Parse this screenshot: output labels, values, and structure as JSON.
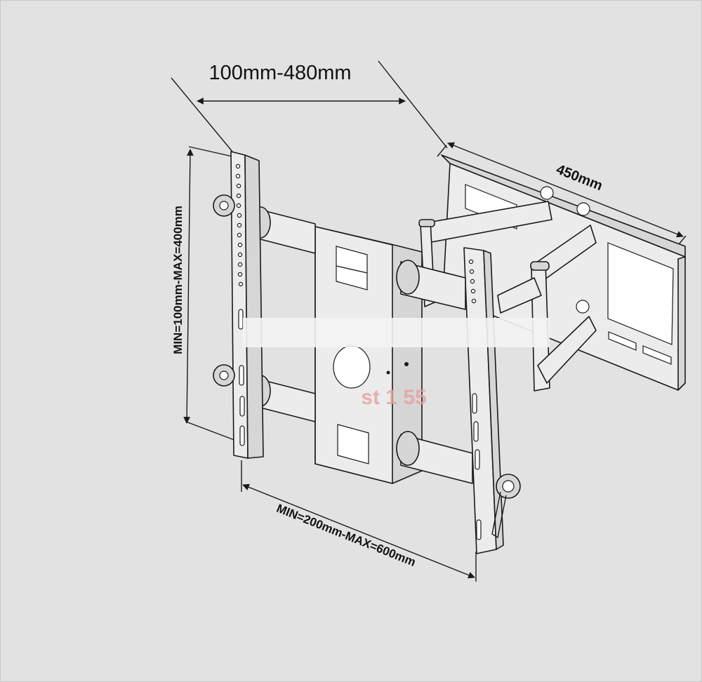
{
  "diagram": {
    "dimensions": {
      "horizontal_top": "100mm-480mm",
      "vertical_left": "MIN=100mm-MAX=400mm",
      "bottom": "MIN=200mm-MAX=600mm",
      "right_plate": "450mm"
    },
    "watermark": "st  1  55"
  },
  "colors": {
    "background": "#e2e2e2",
    "line": "#1a1a1a",
    "metal": "#ececec",
    "watermark": "#e8a0a0"
  }
}
